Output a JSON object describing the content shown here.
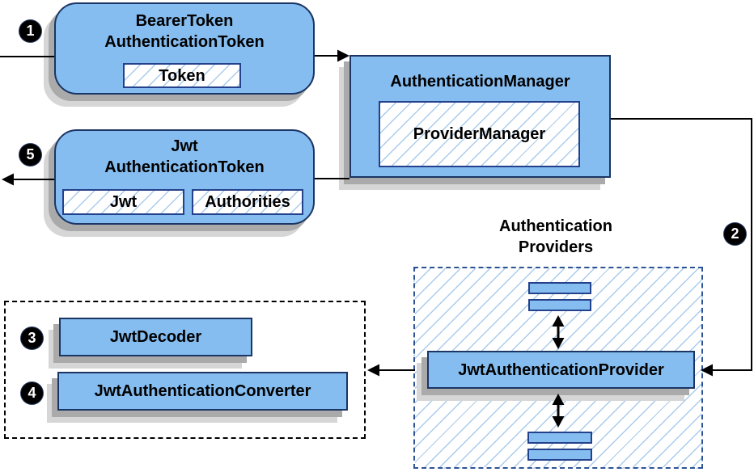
{
  "colors": {
    "node_fill": "#85BDF0",
    "node_border": "#1B3564",
    "inner_border": "#24418C",
    "hatch_line": "#A9CBEC",
    "dashed_blue": "#2E5395",
    "connector": "#000000",
    "shadow_dark": "#AAAAAA",
    "shadow_light": "#D6D6D6",
    "badge_bg": "#000000",
    "badge_text": "#FFFFFF"
  },
  "nodes": {
    "bearer_token": {
      "title_line1": "BearerToken",
      "title_line2": "AuthenticationToken",
      "field": "Token"
    },
    "auth_manager": {
      "title": "AuthenticationManager",
      "field": "ProviderManager"
    },
    "jwt_token": {
      "title_line1": "Jwt",
      "title_line2": "AuthenticationToken",
      "field_jwt": "Jwt",
      "field_authorities": "Authorities"
    },
    "providers_group": {
      "label_line1": "Authentication",
      "label_line2": "Providers"
    },
    "jwt_auth_provider": {
      "label": "JwtAuthenticationProvider"
    },
    "jwt_decoder": {
      "label": "JwtDecoder"
    },
    "jwt_auth_converter": {
      "label": "JwtAuthenticationConverter"
    }
  },
  "steps": {
    "s1": "1",
    "s2": "2",
    "s3": "3",
    "s4": "4",
    "s5": "5"
  }
}
